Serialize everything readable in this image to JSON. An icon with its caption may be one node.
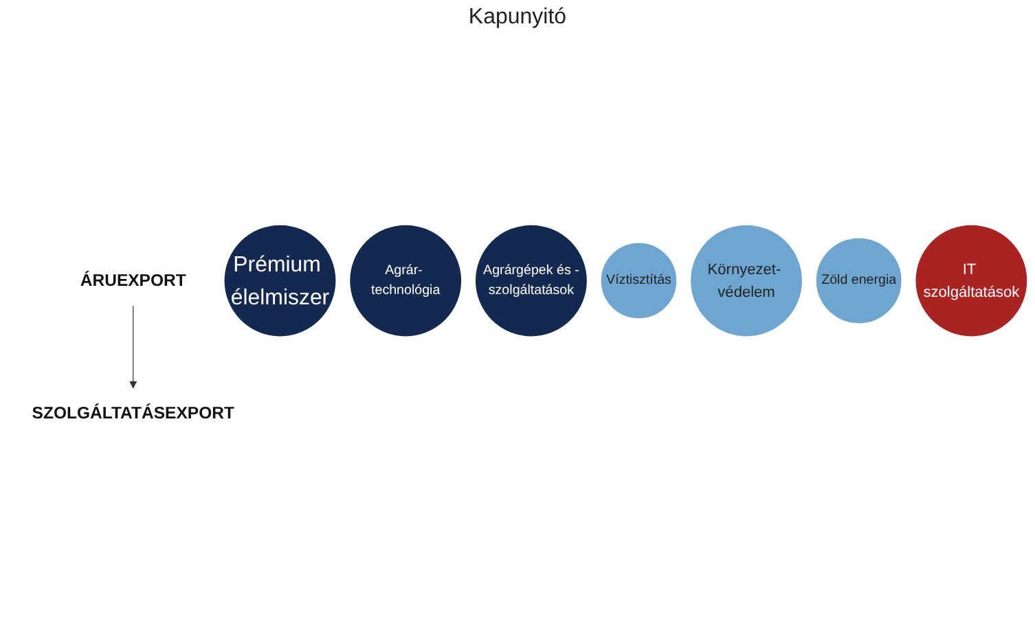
{
  "diagram": {
    "nodes": [
      {
        "text": [
          "ÁRUEXPORT"
        ]
      },
      {
        "text": [
          "SZOLGÁLTATÁSEXPORT"
        ]
      },
      {
        "text": [
          "Prémium élelmiszer"
        ]
      },
      {
        "text": [
          "Agrár- technológia"
        ]
      },
      {
        "text": [
          "Agrárgépek és -szolgáltatások"
        ]
      },
      {
        "text": [
          "Víztisztítás"
        ]
      },
      {
        "text": [
          "Környezet- védelem"
        ]
      },
      {
        "text": [
          "Zöld energia"
        ]
      },
      {
        "text": [
          "IT szolgáltatások"
        ]
      }
    ],
    "edges": [
      {
        "from": 0,
        "to": 1,
        "arrow": "to"
      }
    ],
    "labels": [
      "Kapunyitó"
    ]
  }
}
